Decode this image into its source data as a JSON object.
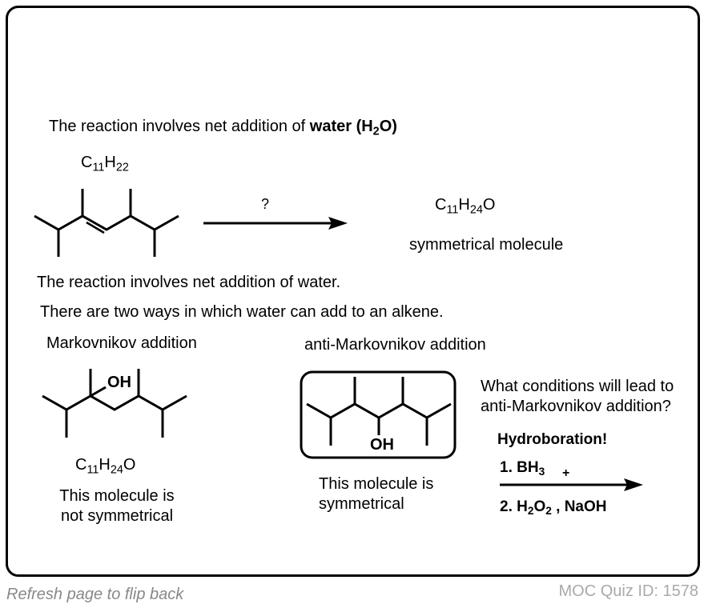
{
  "card": {
    "heading": {
      "prefix": "The reaction involves net addition of ",
      "bold": "water (H",
      "bold_sub": "2",
      "bold_suffix": "O)"
    },
    "reactant_formula": {
      "c": "C",
      "c_n": "11",
      "h": "H",
      "h_n": "22"
    },
    "reaction_arrow_label": "?",
    "product_formula": {
      "c": "C",
      "c_n": "11",
      "h": "H",
      "h_n": "24",
      "o": "O"
    },
    "product_note": "symmetrical molecule",
    "line1": "The reaction involves net addition of water.",
    "line2": "There are two ways in which water can add to an alkene.",
    "markovnikov": {
      "title": "Markovnikov addition",
      "oh_label": "OH",
      "formula": {
        "c": "C",
        "c_n": "11",
        "h": "H",
        "h_n": "24",
        "o": "O"
      },
      "note_line1": "This molecule is",
      "note_line2": "not symmetrical"
    },
    "anti_markovnikov": {
      "title": "anti-Markovnikov addition",
      "oh_label": "OH",
      "note_line1": "This molecule is",
      "note_line2": "symmetrical"
    },
    "question_line1": "What conditions will lead to",
    "question_line2": "anti-Markovnikov addition?",
    "answer": "Hydroboration!",
    "step1": {
      "text": "1. BH",
      "sub": "3",
      "plus": "+"
    },
    "step2": {
      "prefix": "2. H",
      "sub1": "2",
      "mid": "O",
      "sub2": "2",
      "suffix": " , NaOH"
    }
  },
  "footer": {
    "flip_hint": "Refresh page to flip back",
    "quiz_id": "MOC Quiz ID: 1578"
  }
}
